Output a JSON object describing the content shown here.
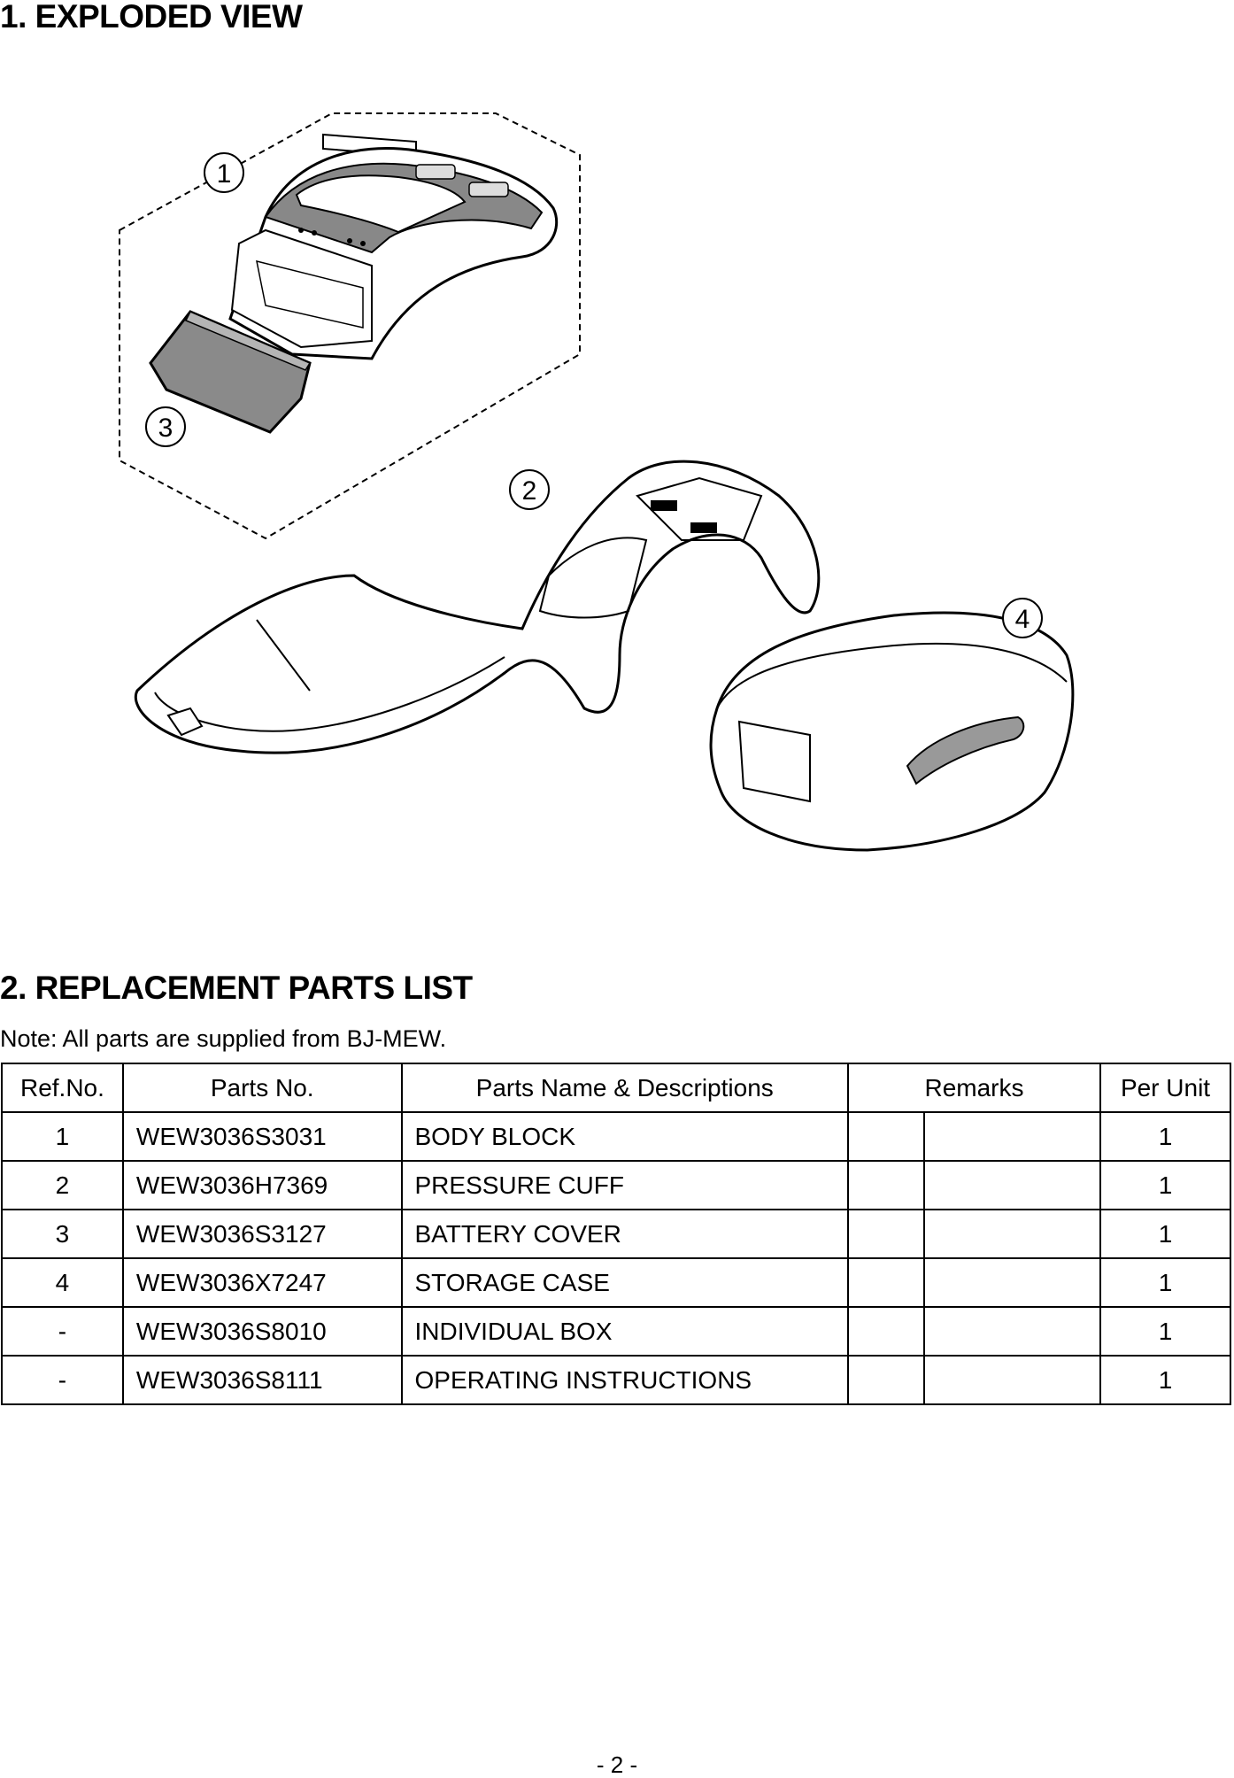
{
  "section1": {
    "title": "1. EXPLODED VIEW"
  },
  "diagram": {
    "callouts": [
      "1",
      "2",
      "3",
      "4"
    ]
  },
  "section2": {
    "title": "2. REPLACEMENT PARTS LIST",
    "note": "Note: All parts are supplied from BJ-MEW."
  },
  "table": {
    "headers": {
      "ref": "Ref.No.",
      "parts_no": "Parts No.",
      "name": "Parts Name & Descriptions",
      "remarks": "Remarks",
      "per_unit": "Per Unit"
    },
    "rows": [
      {
        "ref": "1",
        "parts_no": "WEW3036S3031",
        "name": "BODY BLOCK",
        "per_unit": "1"
      },
      {
        "ref": "2",
        "parts_no": "WEW3036H7369",
        "name": "PRESSURE CUFF",
        "per_unit": "1"
      },
      {
        "ref": "3",
        "parts_no": "WEW3036S3127",
        "name": "BATTERY COVER",
        "per_unit": "1"
      },
      {
        "ref": "4",
        "parts_no": "WEW3036X7247",
        "name": "STORAGE CASE",
        "per_unit": "1"
      },
      {
        "ref": "-",
        "parts_no": "WEW3036S8010",
        "name": "INDIVIDUAL BOX",
        "per_unit": "1"
      },
      {
        "ref": "-",
        "parts_no": "WEW3036S8111",
        "name": "OPERATING INSTRUCTIONS",
        "per_unit": "1"
      }
    ]
  },
  "footer": {
    "page": "- 2 -"
  }
}
